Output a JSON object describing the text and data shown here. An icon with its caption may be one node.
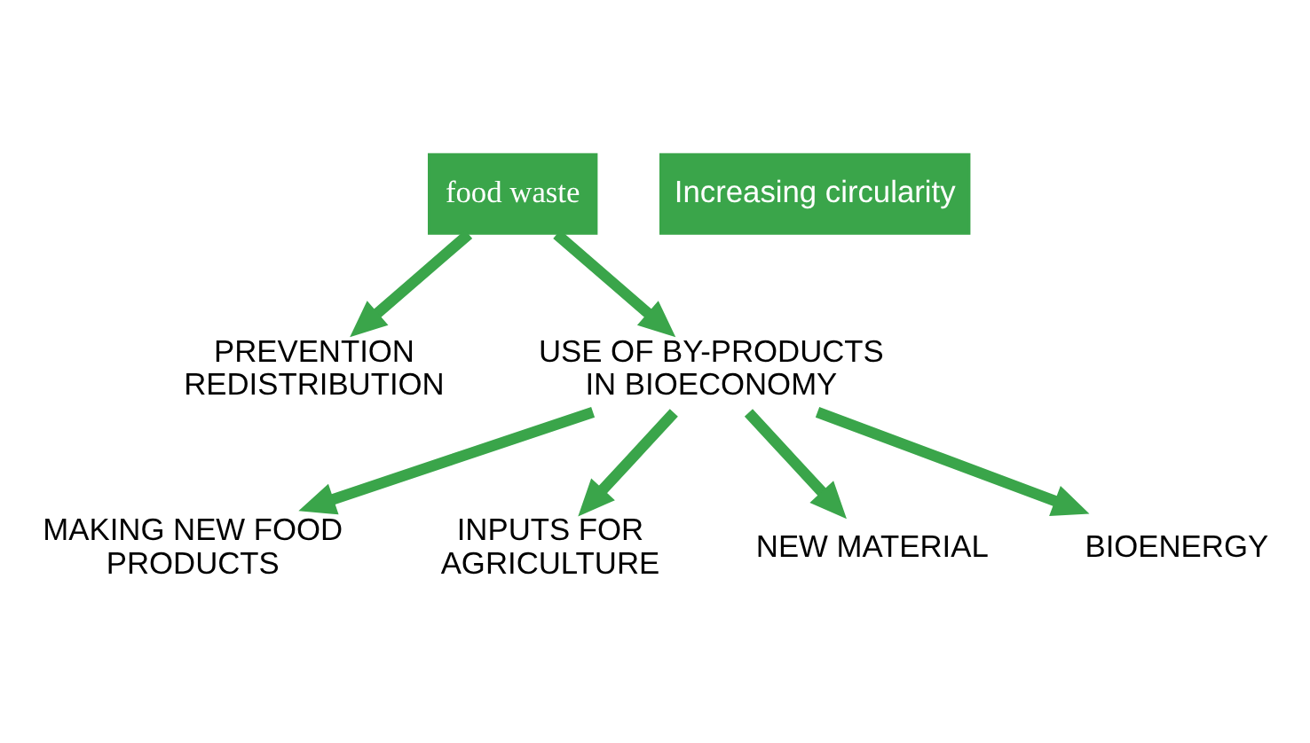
{
  "diagram": {
    "nodes": [
      {
        "text": [
          "PREVENTION REDISTRIBUTION"
        ]
      },
      {
        "text": [
          "food waste"
        ]
      },
      {
        "text": [
          "USE OF BY-PRODUCTS IN BIOECONOMY"
        ]
      },
      {
        "text": [
          "MAKING NEW FOOD PRODUCTS"
        ]
      },
      {
        "text": [
          "INPUTS FOR AGRICULTURE"
        ]
      },
      {
        "text": [
          "NEW MATERIAL"
        ]
      },
      {
        "text": [
          "BIOENERGY"
        ]
      }
    ],
    "edges": [
      {
        "from": 1,
        "to": 0,
        "arrow": "to"
      },
      {
        "from": 1,
        "to": 2,
        "arrow": "to"
      },
      {
        "from": 2,
        "to": 3,
        "arrow": "to"
      },
      {
        "from": 2,
        "to": 4,
        "arrow": "to"
      },
      {
        "from": 2,
        "to": 5,
        "arrow": "to"
      },
      {
        "from": 2,
        "to": 6,
        "arrow": "to"
      }
    ],
    "labels": [
      "Increasing circularity"
    ]
  }
}
